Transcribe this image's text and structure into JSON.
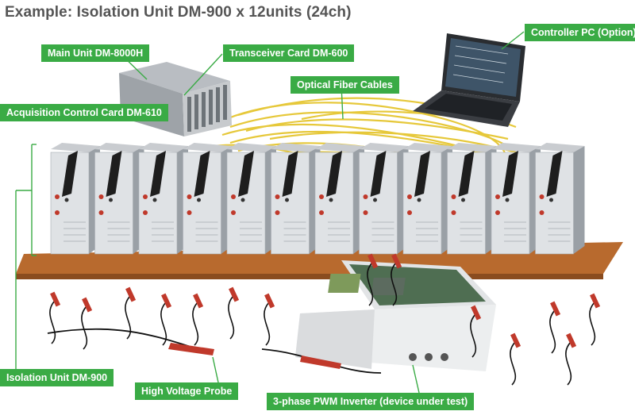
{
  "title": "Example: Isolation Unit DM-900 x 12units (24ch)",
  "labels": {
    "main_unit": "Main Unit DM-8000H",
    "transceiver": "Transceiver Card DM-600",
    "acquisition": "Acquisition Control Card DM-610",
    "optical": "Optical Fiber Cables",
    "controller": "Controller PC (Option)",
    "isolation": "Isolation Unit DM-900",
    "probe": "High Voltage Probe",
    "inverter": "3-phase PWM Inverter (device under test)"
  },
  "isolation_unit_count": 12,
  "colors": {
    "label_bg": "#3aab45",
    "leader_line": "#3aab45",
    "title": "#555555",
    "fiber": "#e6c83a",
    "bench": "#b86a2e"
  }
}
